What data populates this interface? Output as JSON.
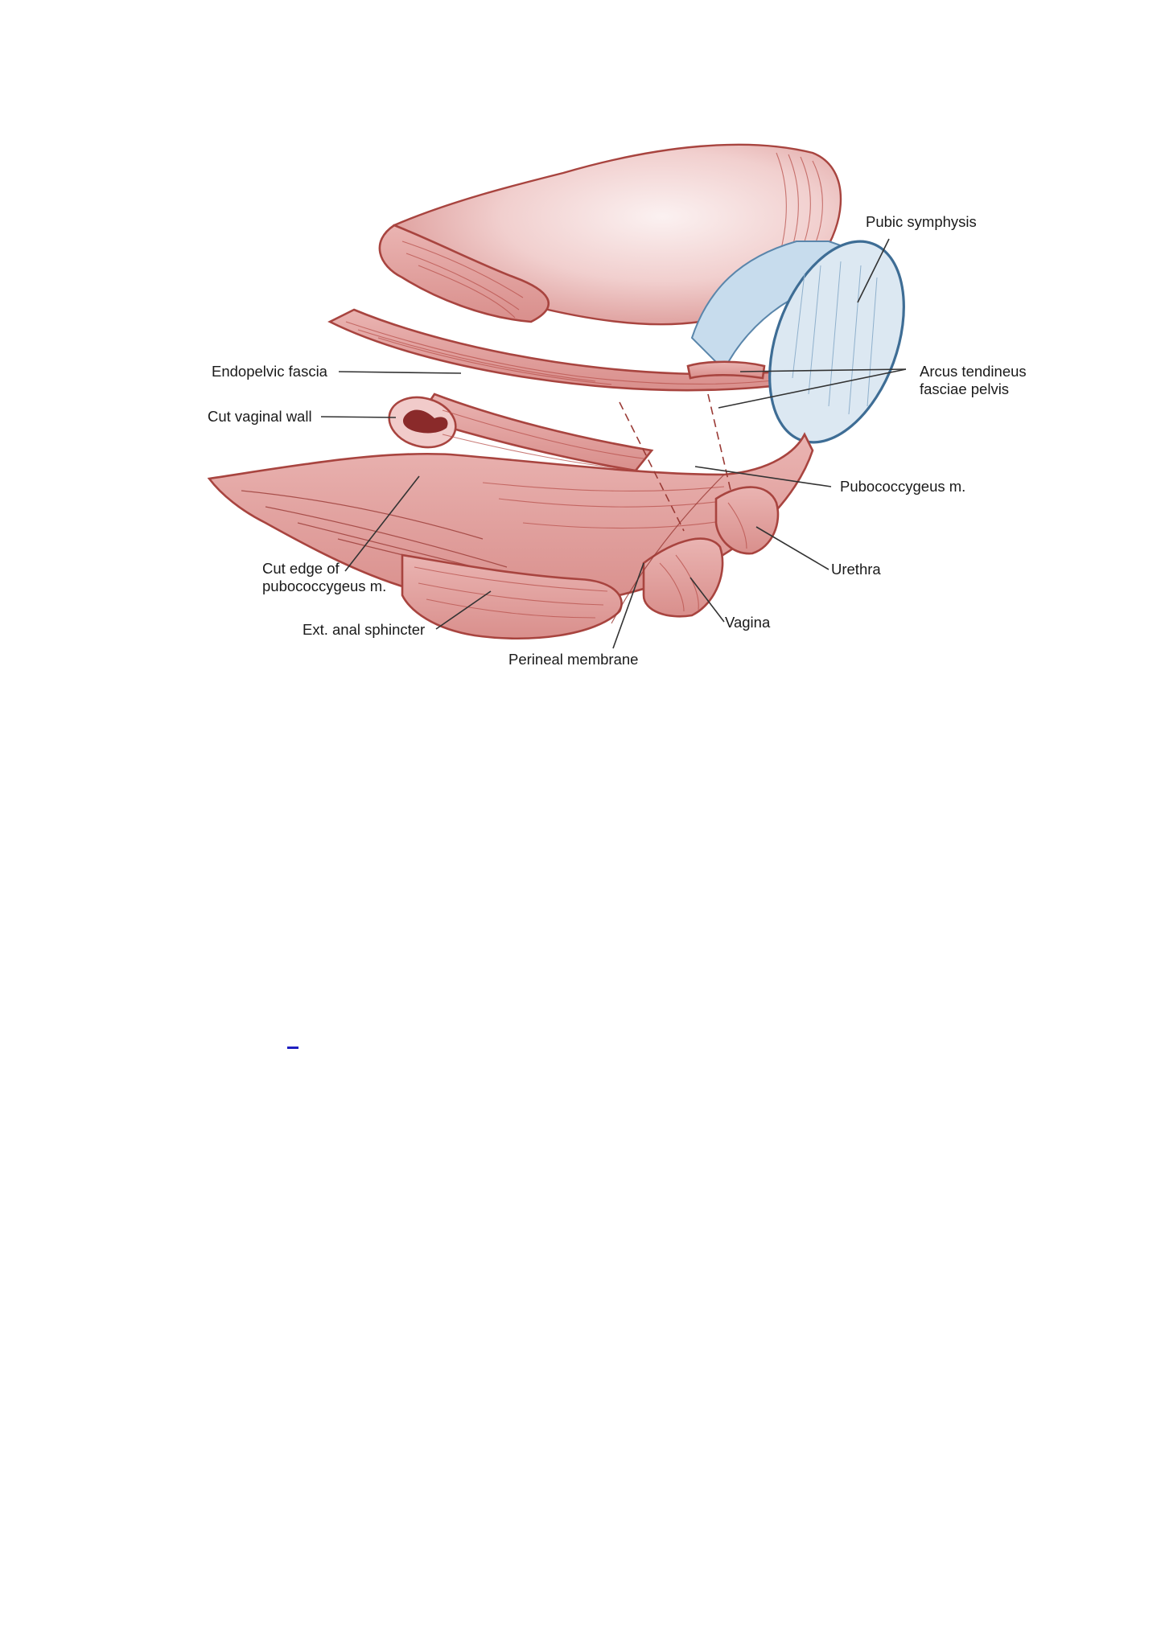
{
  "figure": {
    "labels": {
      "pubic_symphysis": "Pubic symphysis",
      "endopelvic_fascia": "Endopelvic fascia",
      "arcus_line1": "Arcus tendineus",
      "arcus_line2": "fasciae pelvis",
      "cut_vaginal_wall": "Cut vaginal wall",
      "pubococcygeus": "Pubococcygeus m.",
      "cut_edge_line1": "Cut edge of",
      "cut_edge_line2": "pubococcygeus m.",
      "urethra": "Urethra",
      "ext_anal_sphincter": "Ext. anal sphincter",
      "vagina": "Vagina",
      "perineal_membrane": "Perineal membrane"
    },
    "colors": {
      "muscle": "#e3a3a3",
      "muscle_outline": "#a8443f",
      "bone": "#dce8f2",
      "bone_outline": "#3e6d95"
    }
  },
  "footer": {
    "link_color": "#1f1fc0"
  }
}
